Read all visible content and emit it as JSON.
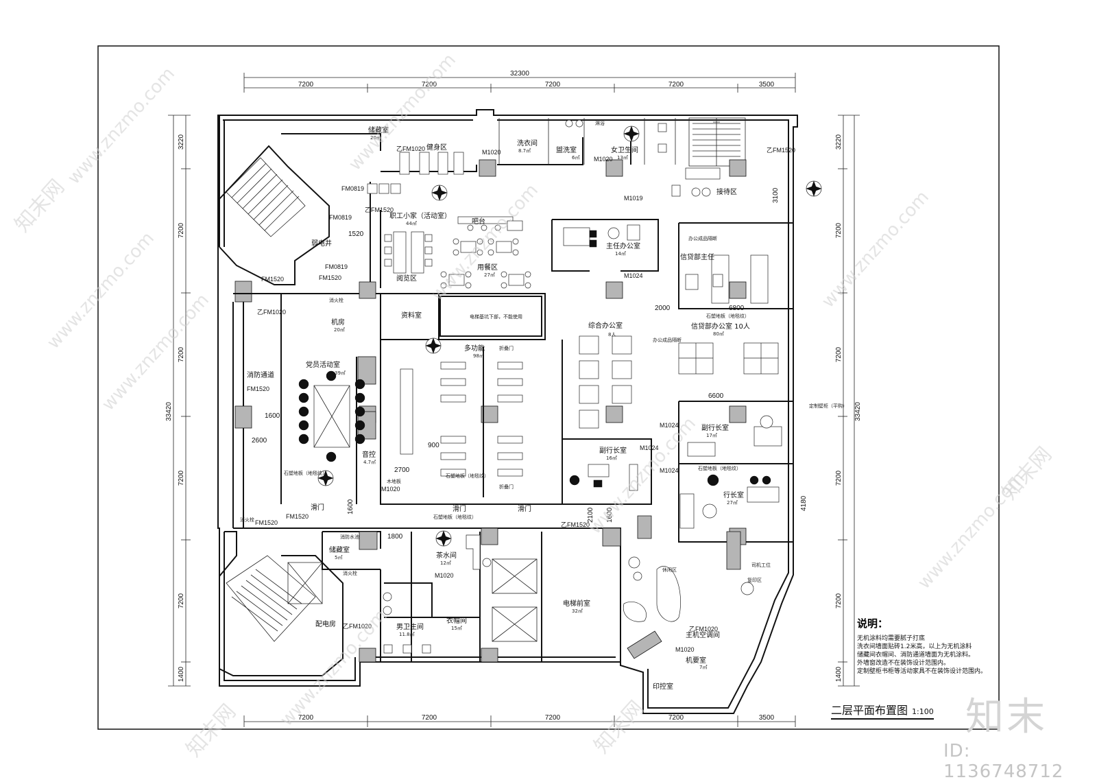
{
  "drawing": {
    "title": "二层平面布置图",
    "scale": "1:100"
  },
  "dimensions": {
    "top_total": "32300",
    "top_segments": [
      "7200",
      "7200",
      "7200",
      "7200",
      "3500"
    ],
    "bottom_segments": [
      "7200",
      "7200",
      "7200",
      "7200",
      "3500"
    ],
    "left_total": "33420",
    "left_segments": [
      "3220",
      "7200",
      "7200",
      "7200",
      "7200",
      "1400"
    ],
    "right_total": "33420",
    "right_segments": [
      "3220",
      "7200",
      "7200",
      "7200",
      "7200",
      "1400"
    ],
    "internal": [
      "1520",
      "1600",
      "2600",
      "2700",
      "900",
      "1800",
      "1600",
      "2100",
      "1600",
      "2000",
      "6800",
      "6600",
      "4180",
      "3100"
    ]
  },
  "rooms": {
    "storage_top": "储藏室",
    "storage_top_area": "20㎡",
    "gym": "健身区",
    "laundry": "洗衣间",
    "laundry_area": "8.7㎡",
    "washroom": "盥洗室",
    "washroom_area": "6㎡",
    "female_wc": "女卫生间",
    "female_wc_area": "13㎡",
    "shower": "淋浴",
    "reception": "接待区",
    "staff_home": "职工小家（活动室）",
    "staff_home_area": "44㎡",
    "bar": "吧台",
    "weak_electric": "弱电井",
    "dining": "用餐区",
    "dining_area": "27㎡",
    "reading": "阅览区",
    "director_office": "主任办公室",
    "director_office_area": "14㎡",
    "credit_director": "信贷部主任",
    "office_screen": "办公成品隔断",
    "archive": "资料室",
    "archive_note": "电梯基坑下部，不能使用",
    "machine_room": "机房",
    "machine_room_area": "20㎡",
    "general_office": "综合办公室",
    "general_office_area": "8人",
    "credit_dept": "信贷部办公室 10人",
    "credit_dept_area": "80㎡",
    "stone_floor": "石塑地板（地毯纹）",
    "multifunction": "多功能",
    "multifunction_area": "98㎡",
    "party_room": "党员活动室",
    "party_room_area": "39㎡",
    "fire_passage": "消防通道",
    "audio_control": "音控",
    "audio_control_area": "4.7㎡",
    "folding_door": "折叠门",
    "deputy_president_left": "副行长室",
    "deputy_president_left_area": "16㎡",
    "deputy_president_right": "副行长室",
    "deputy_president_right_area": "17㎡",
    "president": "行长室",
    "president_area": "27㎡",
    "sliding_door": "滑门",
    "storage_bottom": "储藏室",
    "storage_bottom_area": "5㎡",
    "tea_room": "茶水间",
    "tea_room_area": "12㎡",
    "male_wc": "男卫生间",
    "male_wc_area": "11.8㎡",
    "cloakroom": "衣帽间",
    "cloakroom_area": "15㎡",
    "elevator_lobby": "电梯前室",
    "elevator_lobby_area": "32㎡",
    "distribution": "配电房",
    "fire_hydrant": "消火栓",
    "fire_pool": "消防水池",
    "lounge": "休闲区",
    "driver_station": "司机工位",
    "print_area": "复印区",
    "main_server": "主机空调间",
    "server_room": "机要室",
    "server_room_area": "7㎡",
    "print_control": "印控室",
    "wood_floor": "木地板",
    "custom_cabinet": "定制壁柜（平购）"
  },
  "doors": {
    "m1020": "M1020",
    "m1019": "M1019",
    "m1024": "M1024",
    "fm1520": "FM1520",
    "fm0819": "FM0819",
    "z_fm1020": "乙FM1020",
    "z_fm1520": "乙FM1520"
  },
  "notes": {
    "title": "说明：",
    "lines": [
      "无机涂料均需要腻子打底",
      "洗衣间墙面贴砖1.2米高，以上为无机涂料",
      "储藏间衣帽间、消防通道墙面为无机涂料。",
      "外墙窗改造不在装饰设计范围内。",
      "定制壁柜书柜等活动家具不在装饰设计范围内。"
    ]
  },
  "watermark": {
    "site": "www.znzmo.com",
    "brand_small": "知末网",
    "brand": "知末",
    "image_id": "ID: 1136748712"
  }
}
